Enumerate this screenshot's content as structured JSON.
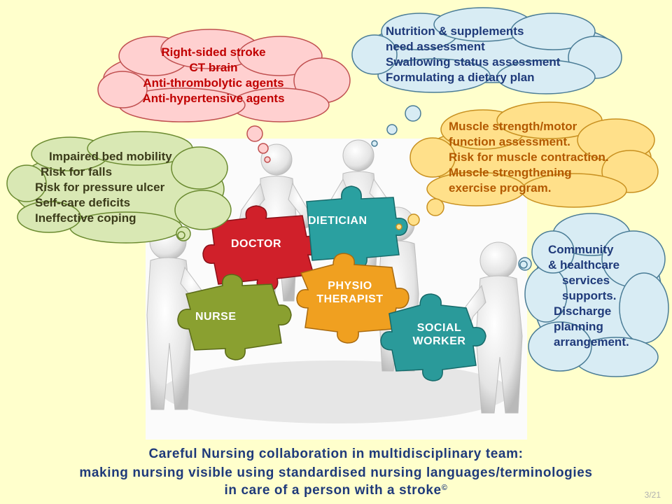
{
  "bubbles": {
    "doctor": [
      "Right-sided stroke",
      "CT brain",
      "Anti-thrombolytic agents",
      "Anti-hypertensive agents"
    ],
    "dietician": [
      "Nutrition & supplements",
      "need assessment",
      "Swallowing status assessment",
      "Formulating a dietary plan"
    ],
    "physio": [
      "Muscle strength/motor",
      "function assessment.",
      "Risk for muscle contraction.",
      "Muscle strengthening",
      "exercise program."
    ],
    "nurse": [
      "Impaired bed mobility",
      "Risk for falls",
      "Risk for pressure ulcer",
      "Self-care deficits",
      "Ineffective coping"
    ],
    "social": [
      "Community",
      "& healthcare",
      "services",
      "supports.",
      "Discharge",
      "planning",
      "arrangement."
    ]
  },
  "pieces": {
    "doctor": "DOCTOR",
    "dietician": "DIETICIAN",
    "physio_1": "PHYSIO",
    "physio_2": "THERAPIST",
    "nurse": "NURSE",
    "social_1": "SOCIAL",
    "social_2": "WORKER"
  },
  "caption": {
    "line1": "Careful Nursing collaboration in multidisciplinary team:",
    "line2": "making nursing visible using standardised nursing languages/terminologies",
    "line3": "in care of a person with a stroke",
    "mark": "©"
  },
  "page_number": "3/21",
  "colors": {
    "background": "#ffffcc",
    "doctor_cloud": "#ffd0d0",
    "dietician_cloud": "#d8ecf4",
    "physio_cloud": "#ffe08a",
    "nurse_cloud": "#d9e8b4",
    "social_cloud": "#d8ecf4",
    "doctor_piece": "#d0202a",
    "dietician_piece": "#2aa0a0",
    "physio_piece": "#f0a020",
    "nurse_piece": "#8aa030",
    "social_piece": "#2a9a9a"
  }
}
